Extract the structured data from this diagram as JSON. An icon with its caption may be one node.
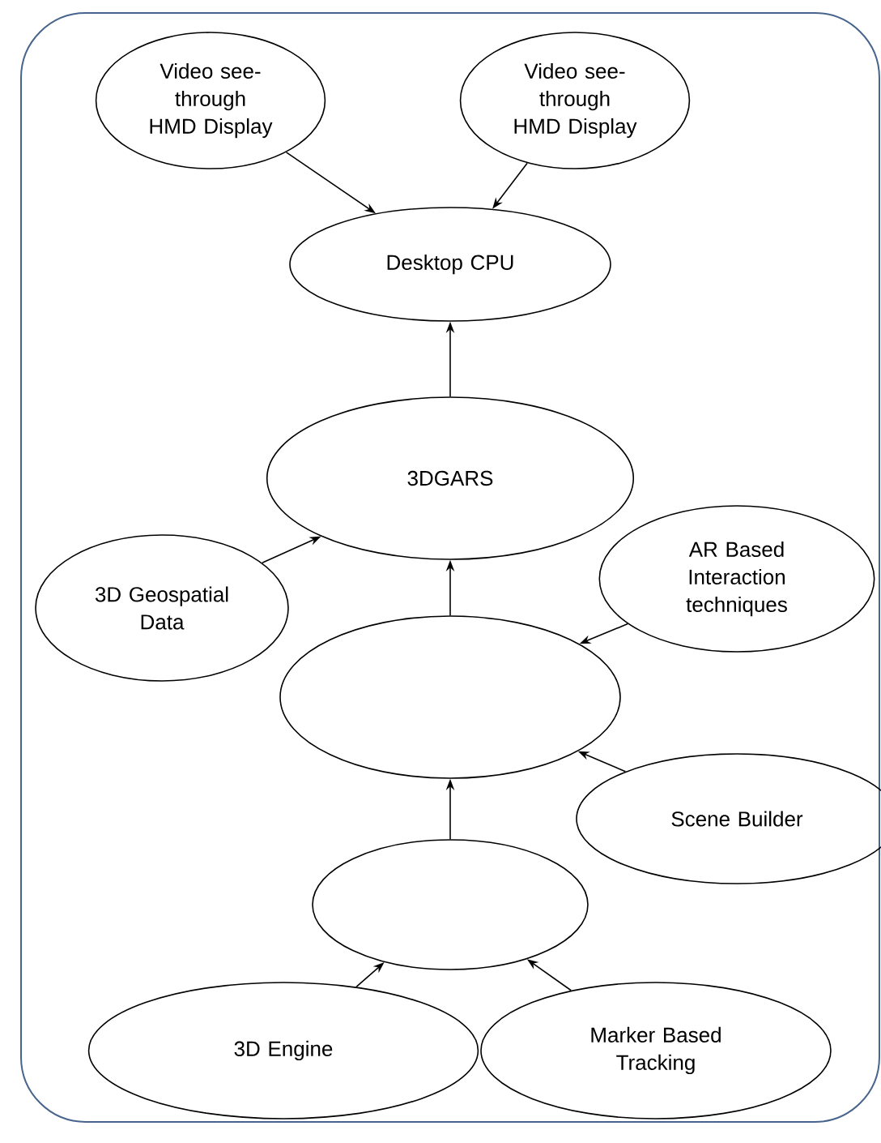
{
  "diagram": {
    "nodes": [
      {
        "text": [
          "Video see-through HMD Display"
        ]
      },
      {
        "text": [
          "Video see-through HMD Display"
        ]
      },
      {
        "text": [
          "Desktop CPU"
        ]
      },
      {
        "text": [
          "3DGARS"
        ]
      },
      {
        "text": [
          "3D Geospatial Data"
        ]
      },
      {
        "text": [
          "AR Based Interaction techniques"
        ]
      },
      {
        "text": [],
        "shape": "ellipse"
      },
      {
        "text": [
          "Scene Builder"
        ]
      },
      {
        "text": [],
        "shape": "ellipse"
      },
      {
        "text": [
          "3D Engine"
        ]
      },
      {
        "text": [
          "Marker Based Tracking"
        ]
      }
    ],
    "edges": [
      {
        "from": 0,
        "to": 2,
        "arrow": "to"
      },
      {
        "from": 1,
        "to": 2,
        "arrow": "to"
      },
      {
        "from": 3,
        "to": 2,
        "arrow": "to"
      },
      {
        "from": 4,
        "to": 3,
        "arrow": "to"
      },
      {
        "from": 6,
        "to": 3,
        "arrow": "to"
      },
      {
        "from": 5,
        "to": 6,
        "arrow": "to"
      },
      {
        "from": 7,
        "to": 6,
        "arrow": "to"
      },
      {
        "from": 8,
        "to": 6,
        "arrow": "to"
      },
      {
        "from": 9,
        "to": 8,
        "arrow": "to"
      },
      {
        "from": 10,
        "to": 8,
        "arrow": "to"
      }
    ]
  }
}
